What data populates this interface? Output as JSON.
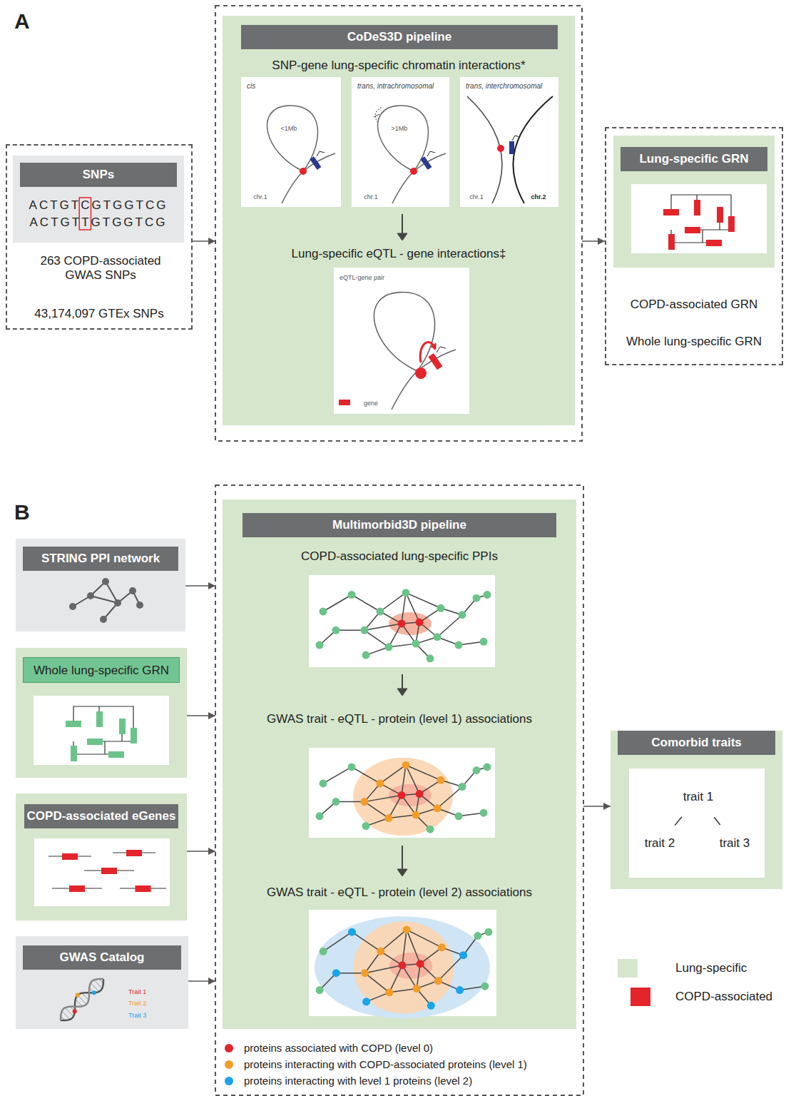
{
  "diagram": {
    "nodes": [
      {
        "text": [
          "263 COPD-associated GWAS SNPs",
          "43,174,097 GTEx SNPs"
        ]
      },
      {
        "text": [
          "SNPs",
          "ACTGTCGTGGTCG",
          "ACTGTTGTGGTCG"
        ],
        "in": 0
      },
      {
        "text": [
          "CoDeS3D pipeline",
          "SNP-gene lung-specific chromatin interactions*",
          "Lung-specific eQTL - gene interactions‡"
        ]
      },
      {
        "text": [
          "cis",
          "<1Mb",
          "chr.1"
        ],
        "in": 2
      },
      {
        "text": [
          "trans, intrachromosomal",
          ">1Mb",
          "chr.1"
        ],
        "in": 2
      },
      {
        "text": [
          "trans, interchromosomal",
          "chr.1",
          "chr.2"
        ],
        "in": 2
      },
      {
        "text": [
          "eQTL-gene pair",
          "gene"
        ],
        "in": 2
      },
      {
        "text": [
          "COPD-associated GRN",
          "Whole lung-specific GRN"
        ]
      },
      {
        "text": [
          "Lung-specific GRN"
        ],
        "in": 7
      },
      {
        "text": [
          "STRING PPI network"
        ]
      },
      {
        "text": [
          "Whole lung-specific GRN"
        ]
      },
      {
        "text": [
          "COPD-associated eGenes"
        ]
      },
      {
        "text": [
          "GWAS Catalog",
          "Trait 1",
          "Trait 2",
          "Trait 3"
        ]
      },
      {
        "text": [
          "Multimorbid3D pipeline",
          "COPD-associated lung-specific PPIs",
          "GWAS trait - eQTL - protein (level 1) associations",
          "GWAS trait - eQTL - protein (level 2) associations"
        ]
      },
      {
        "text": [
          "Comorbid traits"
        ]
      },
      {
        "text": [
          "trait 1"
        ],
        "in": 14
      },
      {
        "text": [
          "trait 2"
        ],
        "in": 14
      },
      {
        "text": [
          "trait 3"
        ],
        "in": 14
      }
    ],
    "edges": [
      {
        "from": 0,
        "to": 2,
        "arrow": "to"
      },
      {
        "from": 2,
        "to": 7,
        "arrow": "to"
      },
      {
        "from": 9,
        "to": 13,
        "arrow": "to"
      },
      {
        "from": 10,
        "to": 13,
        "arrow": "to"
      },
      {
        "from": 11,
        "to": 13,
        "arrow": "to"
      },
      {
        "from": 12,
        "to": 13,
        "arrow": "to"
      },
      {
        "from": 13,
        "to": 14,
        "arrow": "to"
      },
      {
        "from": 15,
        "to": 16,
        "arrow": "none"
      },
      {
        "from": 15,
        "to": 17,
        "arrow": "none"
      }
    ],
    "labels": [
      "A",
      "B"
    ],
    "legend": [
      {
        "text": "proteins associated with COPD (level 0)",
        "color": "#e3242b"
      },
      {
        "text": "proteins interacting with COPD-associated proteins (level 1)",
        "color": "#f39c2b"
      },
      {
        "text": "proteins interacting with level 1 proteins (level 2)",
        "color": "#1aa3e8"
      },
      {
        "text": "Lung-specific",
        "color": "#d5e6cc"
      },
      {
        "text": "COPD-associated",
        "color": "#e3242b"
      }
    ]
  }
}
